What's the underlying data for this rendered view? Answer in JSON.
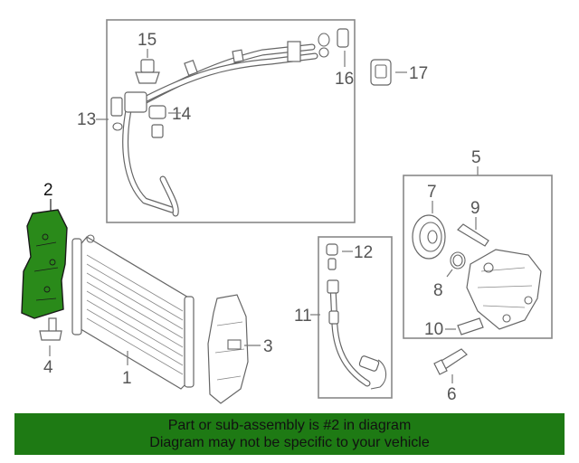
{
  "callouts": {
    "c1": "1",
    "c2": "2",
    "c3": "3",
    "c4": "4",
    "c5": "5",
    "c6": "6",
    "c7": "7",
    "c8": "8",
    "c9": "9",
    "c10": "10",
    "c11": "11",
    "c12": "12",
    "c13": "13",
    "c14": "14",
    "c15": "15",
    "c16": "16",
    "c17": "17"
  },
  "highlight_color": "#2a8a1a",
  "banner": {
    "line1": "Part or sub-assembly is #2 in diagram",
    "line2": "Diagram may not be specific to your vehicle",
    "background": "#1e7a14"
  }
}
